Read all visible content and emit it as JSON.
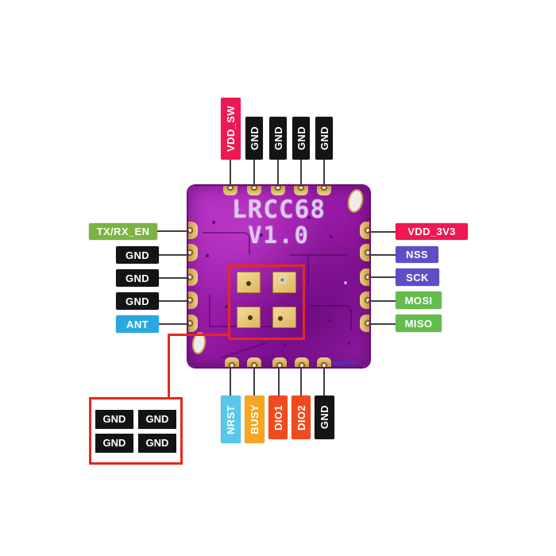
{
  "module": {
    "name": "LRCC68",
    "version": "V1.0"
  },
  "pins": {
    "top": [
      {
        "label": "VDD_SW",
        "color": "#EE1853"
      },
      {
        "label": "GND",
        "color": "#141414"
      },
      {
        "label": "GND",
        "color": "#141414"
      },
      {
        "label": "GND",
        "color": "#141414"
      },
      {
        "label": "GND",
        "color": "#141414"
      }
    ],
    "left": [
      {
        "label": "TX/RX_EN",
        "color": "#7CB342"
      },
      {
        "label": "GND",
        "color": "#141414"
      },
      {
        "label": "GND",
        "color": "#141414"
      },
      {
        "label": "GND",
        "color": "#141414"
      },
      {
        "label": "ANT",
        "color": "#29A8E0"
      }
    ],
    "right": [
      {
        "label": "VDD_3V3",
        "color": "#EE1853"
      },
      {
        "label": "NSS",
        "color": "#5C4FC5"
      },
      {
        "label": "SCK",
        "color": "#5C4FC5"
      },
      {
        "label": "MOSI",
        "color": "#64BC4C"
      },
      {
        "label": "MISO",
        "color": "#64BC4C"
      }
    ],
    "bottom": [
      {
        "label": "NRST",
        "color": "#58C7E8"
      },
      {
        "label": "BUSY",
        "color": "#F7A623"
      },
      {
        "label": "DIO1",
        "color": "#F04B1E"
      },
      {
        "label": "DIO2",
        "color": "#F04B1E"
      },
      {
        "label": "GND",
        "color": "#141414"
      }
    ]
  },
  "ground_callout": {
    "labels": [
      "GND",
      "GND",
      "GND",
      "GND"
    ],
    "chip_color": "#141414",
    "border_color": "#E52A20"
  },
  "annotation_color": "#E52A20",
  "board_colors": {
    "pcb": "#9A1CAA",
    "pad_gold": "#E3BC68",
    "silkscreen": "#DCC9EF"
  }
}
